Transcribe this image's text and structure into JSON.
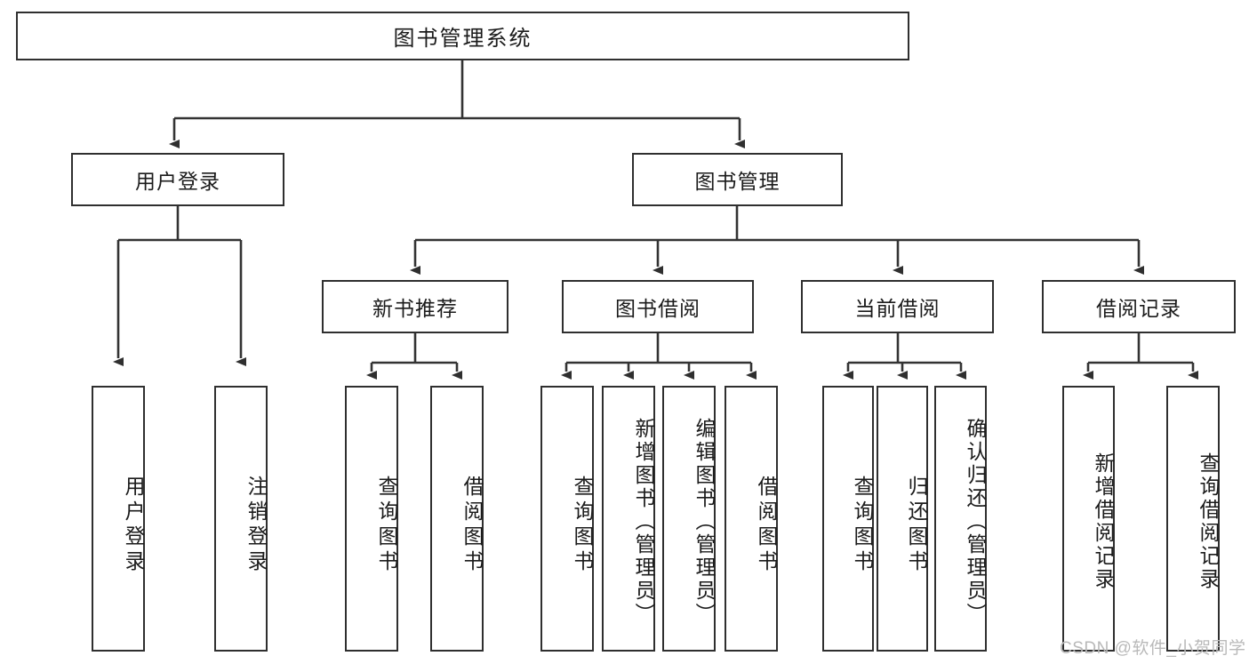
{
  "diagram": {
    "type": "tree-hierarchy",
    "title": "图书管理系统",
    "root": {
      "id": "root",
      "label": "图书管理系统"
    },
    "level1": [
      {
        "id": "user-login",
        "label": "用户登录"
      },
      {
        "id": "book-management",
        "label": "图书管理"
      }
    ],
    "level2": [
      {
        "id": "new-book-recommend",
        "label": "新书推荐",
        "parent": "book-management"
      },
      {
        "id": "book-borrow",
        "label": "图书借阅",
        "parent": "book-management"
      },
      {
        "id": "current-borrow",
        "label": "当前借阅",
        "parent": "book-management"
      },
      {
        "id": "borrow-record",
        "label": "借阅记录",
        "parent": "book-management"
      }
    ],
    "leaves": [
      {
        "id": "leaf-user-login",
        "label": "用户登录",
        "parent": "user-login"
      },
      {
        "id": "leaf-logout-login",
        "label": "注销登录",
        "parent": "user-login"
      },
      {
        "id": "leaf-query-book-1",
        "label": "查询图书",
        "parent": "new-book-recommend"
      },
      {
        "id": "leaf-borrow-book-1",
        "label": "借阅图书",
        "parent": "new-book-recommend"
      },
      {
        "id": "leaf-query-book-2",
        "label": "查询图书",
        "parent": "book-borrow"
      },
      {
        "id": "leaf-add-book-admin",
        "label": "新增图书（管理员）",
        "parent": "book-borrow"
      },
      {
        "id": "leaf-edit-book-admin",
        "label": "编辑图书（管理员）",
        "parent": "book-borrow"
      },
      {
        "id": "leaf-borrow-book-2",
        "label": "借阅图书",
        "parent": "book-borrow"
      },
      {
        "id": "leaf-query-book-3",
        "label": "查询图书",
        "parent": "current-borrow"
      },
      {
        "id": "leaf-return-book",
        "label": "归还图书",
        "parent": "current-borrow"
      },
      {
        "id": "leaf-confirm-return-admin",
        "label": "确认归还（管理员）",
        "parent": "current-borrow"
      },
      {
        "id": "leaf-add-borrow-record",
        "label": "新增借阅记录",
        "parent": "borrow-record"
      },
      {
        "id": "leaf-query-borrow-record",
        "label": "查询借阅记录",
        "parent": "borrow-record"
      }
    ],
    "watermark": "CSDN @软件_小贺同学",
    "colors": {
      "box_border": "#2f2f2f",
      "box_fill": "#ffffff",
      "connector": "#333333",
      "text": "#1b1b1b",
      "watermark": "#b9b9b9",
      "background": "#ffffff"
    }
  }
}
